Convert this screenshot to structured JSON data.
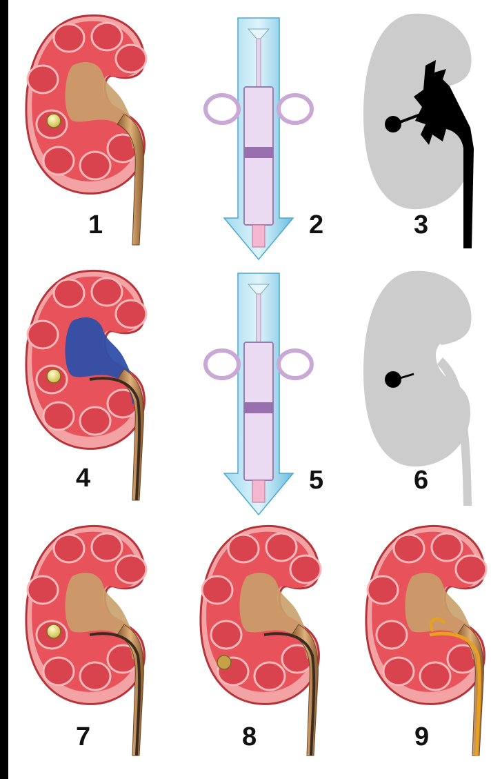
{
  "panels": [
    {
      "label": "1",
      "kind": "kidney",
      "variant": "stone"
    },
    {
      "label": "2",
      "kind": "syringe",
      "variant": "down-arrow"
    },
    {
      "label": "3",
      "kind": "silhouette",
      "variant": "contrast-collecting-system"
    },
    {
      "label": "4",
      "kind": "kidney",
      "variant": "contrast-filled"
    },
    {
      "label": "5",
      "kind": "syringe",
      "variant": "down-arrow"
    },
    {
      "label": "6",
      "kind": "silhouette",
      "variant": "stone-only"
    },
    {
      "label": "7",
      "kind": "kidney",
      "variant": "catheter-at-stone"
    },
    {
      "label": "8",
      "kind": "kidney",
      "variant": "stone-fragmenting"
    },
    {
      "label": "9",
      "kind": "kidney",
      "variant": "stent-placed"
    }
  ],
  "colors": {
    "background": "#ffffff",
    "frame": "#000000",
    "kidney_outer": "#e8525a",
    "kidney_rim": "#f4a3a5",
    "pyramid": "#d9434d",
    "pelvis": "#c9a06a",
    "contrast": "#2f4fa8",
    "stone": "#e8dd6a",
    "silhouette": "#cccccc",
    "arrow": "#7fc9e6",
    "syringe": "#c9a8d6"
  }
}
